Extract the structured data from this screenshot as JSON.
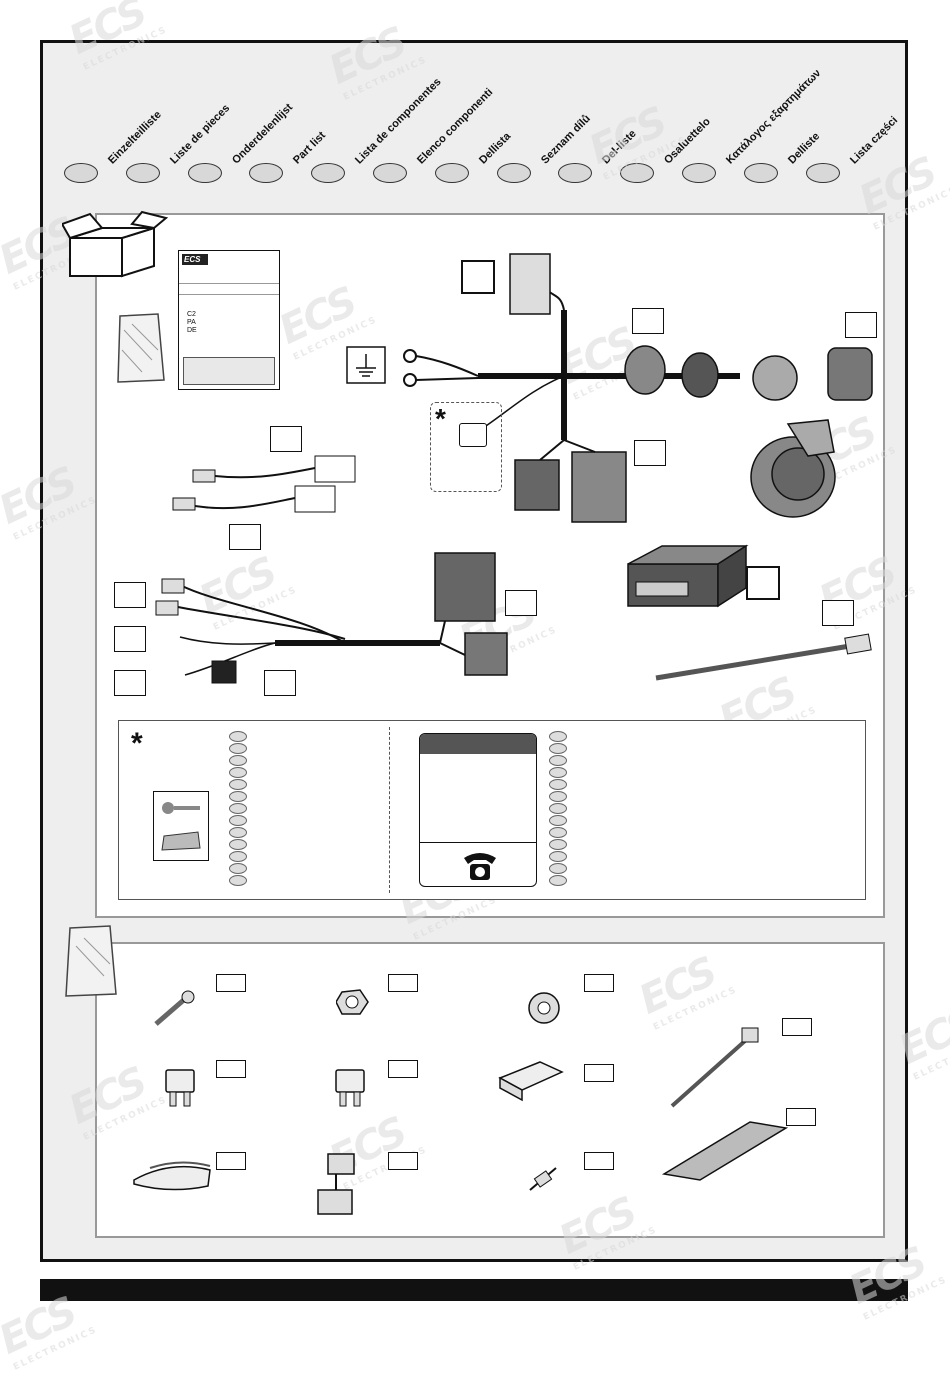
{
  "languages": [
    "Einzelteilliste",
    "Liste de pieces",
    "Onderdelenlijst",
    "Part list",
    "Lista de componentes",
    "Elenco componenti",
    "Dellista",
    "Seznam dílů",
    "Del-liste",
    "Osaluettelo",
    "Κατάλογος εξαρτημάτων",
    "Delliste",
    "Lista części"
  ],
  "watermark": {
    "brand": "ECS",
    "sub": "ELECTRONICS"
  },
  "manual": {
    "logo": "ECS",
    "rows": [
      "C2",
      "PA",
      "DE"
    ]
  },
  "legend": {
    "asterisk": "*"
  },
  "icons": [
    "box-icon",
    "bag-icon",
    "ground-icon",
    "phone-icon",
    "key-icon",
    "caravan-icon",
    "screw-icon",
    "nut-icon",
    "washer-icon",
    "cable-tie-icon",
    "fuse-icon",
    "relay-icon",
    "adhesive-pad-icon",
    "cable-splice-icon",
    "connector-icon",
    "sealing-strip-icon"
  ]
}
